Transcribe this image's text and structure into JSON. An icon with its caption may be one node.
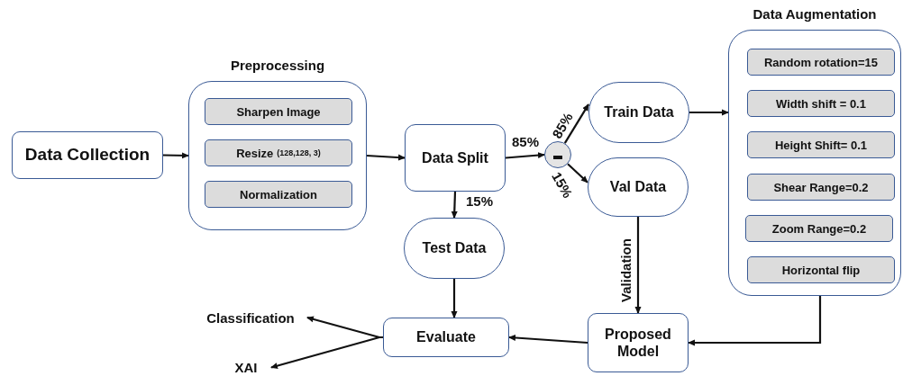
{
  "diagram": {
    "nodes": [
      {
        "text": [
          "Data Collection"
        ]
      },
      {
        "text": [
          "Preprocessing"
        ]
      },
      {
        "text": [
          "Sharpen Image"
        ],
        "in": 1
      },
      {
        "text": [
          "Resize",
          "(128,128, 3)"
        ],
        "in": 1
      },
      {
        "text": [
          "Normalization"
        ],
        "in": 1
      },
      {
        "text": [
          "Data Split"
        ]
      },
      {
        "text": [],
        "shape": "circle"
      },
      {
        "text": [
          "Train Data"
        ]
      },
      {
        "text": [
          "Val Data"
        ]
      },
      {
        "text": [
          "Test Data"
        ]
      },
      {
        "text": [
          "Data Augmentation"
        ]
      },
      {
        "text": [
          "Random rotation=15"
        ],
        "in": 10
      },
      {
        "text": [
          "Width shift = 0.1"
        ],
        "in": 10
      },
      {
        "text": [
          "Height Shift= 0.1"
        ],
        "in": 10
      },
      {
        "text": [
          "Shear Range=0.2"
        ],
        "in": 10
      },
      {
        "text": [
          "Zoom Range=0.2"
        ],
        "in": 10
      },
      {
        "text": [
          "Horizontal flip"
        ],
        "in": 10
      },
      {
        "text": [
          "Proposed Model"
        ]
      },
      {
        "text": [
          "Evaluate"
        ]
      },
      {
        "text": [
          "Classification"
        ]
      },
      {
        "text": [
          "XAI"
        ]
      }
    ],
    "edges": [
      {
        "from": 0,
        "to": 1,
        "arrow": "to"
      },
      {
        "from": 1,
        "to": 5,
        "arrow": "to"
      },
      {
        "from": 5,
        "to": 6,
        "arrow": "to",
        "label": "85%"
      },
      {
        "from": 6,
        "to": 7,
        "arrow": "to",
        "label": "85%"
      },
      {
        "from": 6,
        "to": 8,
        "arrow": "to",
        "label": "15%"
      },
      {
        "from": 5,
        "to": 9,
        "arrow": "to",
        "label": "15%"
      },
      {
        "from": 7,
        "to": 10,
        "arrow": "to"
      },
      {
        "from": 10,
        "to": 17,
        "arrow": "to"
      },
      {
        "from": 8,
        "to": 17,
        "arrow": "to",
        "label": "Validation"
      },
      {
        "from": 9,
        "to": 18,
        "arrow": "to"
      },
      {
        "from": 17,
        "to": 18,
        "arrow": "to"
      },
      {
        "from": 18,
        "to": 19,
        "arrow": "to"
      },
      {
        "from": 18,
        "to": 20,
        "arrow": "to"
      }
    ]
  }
}
